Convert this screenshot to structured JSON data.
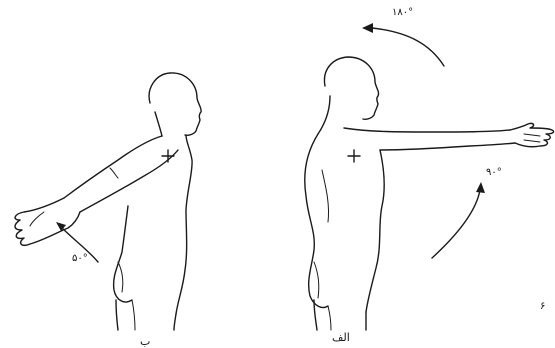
{
  "diagram": {
    "left_figure": {
      "angle_label": "۵۰°",
      "caption": "ب"
    },
    "right_figure": {
      "angle_flexion_label": "۱۸۰°",
      "angle_horizontal_label": "۹۰°",
      "caption": "الف"
    },
    "page_marker": "۶"
  }
}
